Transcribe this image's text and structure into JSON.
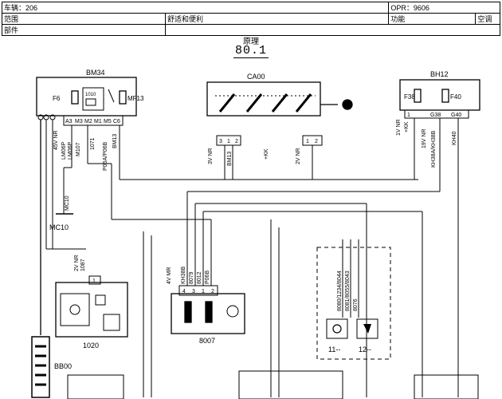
{
  "header": {
    "vehicle": "车辆：206",
    "opr": "OPR：9606",
    "range_label": "范围",
    "range_value": "舒适和便利",
    "function_label": "功能",
    "function_value": "空调",
    "parts_label": "部件"
  },
  "title": {
    "principle": "原理",
    "number": "80.1"
  },
  "components": {
    "bm34": "BM34",
    "ca00": "CA00",
    "bh12": "BH12",
    "mc10": "MC10",
    "c1020": "1020",
    "c8007": "8007",
    "bb00": "BB00",
    "c11": "11--",
    "c12": "12--"
  },
  "fuses": {
    "f6": "F6",
    "mf13": "MF13",
    "f38": "F38",
    "f40": "F40",
    "relay_1010": "1010"
  },
  "connectors": {
    "bm34_pins": [
      "A3",
      "M3",
      "M2",
      "M1",
      "M5",
      "C6"
    ],
    "bh12_pins": [
      "1",
      "G38",
      "G40"
    ],
    "ca00_left": [
      "3",
      "1",
      "2"
    ],
    "ca00_right": [
      "1",
      "2"
    ],
    "c8007_pins": [
      "4",
      "3",
      "1",
      "2"
    ],
    "c1020_pin": "1"
  },
  "wires": {
    "w_45vnr": "45V NR",
    "w_lm06p_1": "LM06P",
    "w_lm06p_2": "LM06P",
    "w_m107": "M107",
    "w_1071": "1071",
    "w_p06a": "P06A/P06B",
    "w_bm13": "BM13",
    "w_3vnr": "3V NR",
    "w_bm13b": "BM13",
    "w_kk": "+KK",
    "w_2vnr": "2V NR",
    "w_1vnr": "1V NR",
    "w_kk2": "+KK",
    "w_19vnr": "19V NR",
    "w_kh38": "KH38A/KH38B",
    "w_kh40": "KH40",
    "w_mc10": "MC10",
    "w_2vnr_b": "2V NR",
    "w_1087": "1087",
    "w_4vmr": "4V MR",
    "w_kh38b": "KH38B",
    "w_8079": "8079",
    "w_8012": "8012",
    "w_p06b": "P06B",
    "w_8080": "8080/1234/8044",
    "w_8081": "8081/8055/8043",
    "w_8076": "8076"
  }
}
